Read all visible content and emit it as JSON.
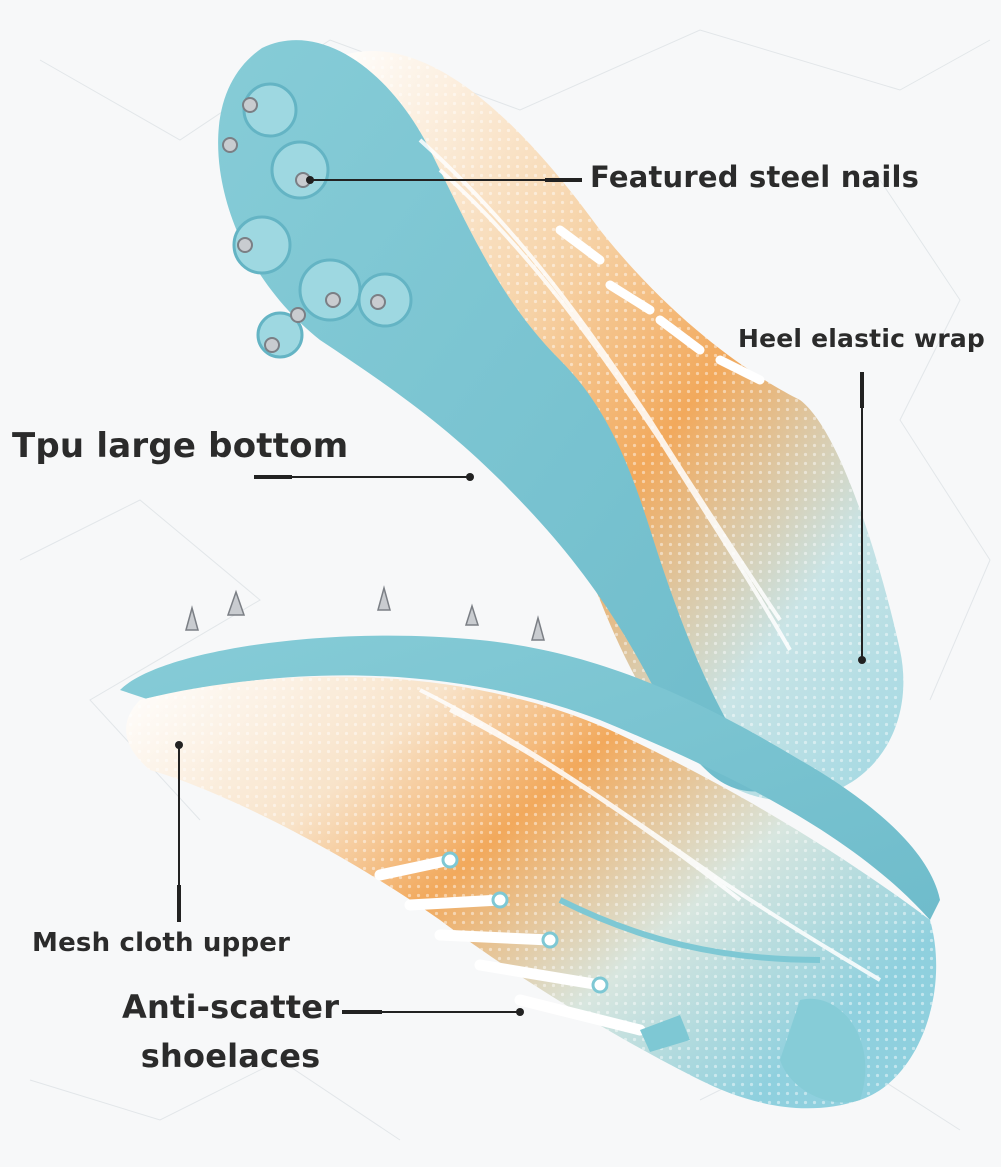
{
  "callouts": {
    "steel_nails": "Featured steel nails",
    "heel_wrap": "Heel elastic wrap",
    "tpu_bottom": "Tpu large bottom",
    "mesh_upper": "Mesh cloth upper",
    "shoelaces_line1": "Anti-scatter",
    "shoelaces_line2": "shoelaces"
  },
  "colors": {
    "sole_blue": "#7ec8d4",
    "accent_orange": "#f2a95c",
    "label_text": "#2b2b2b",
    "background": "#f7f8f9"
  }
}
